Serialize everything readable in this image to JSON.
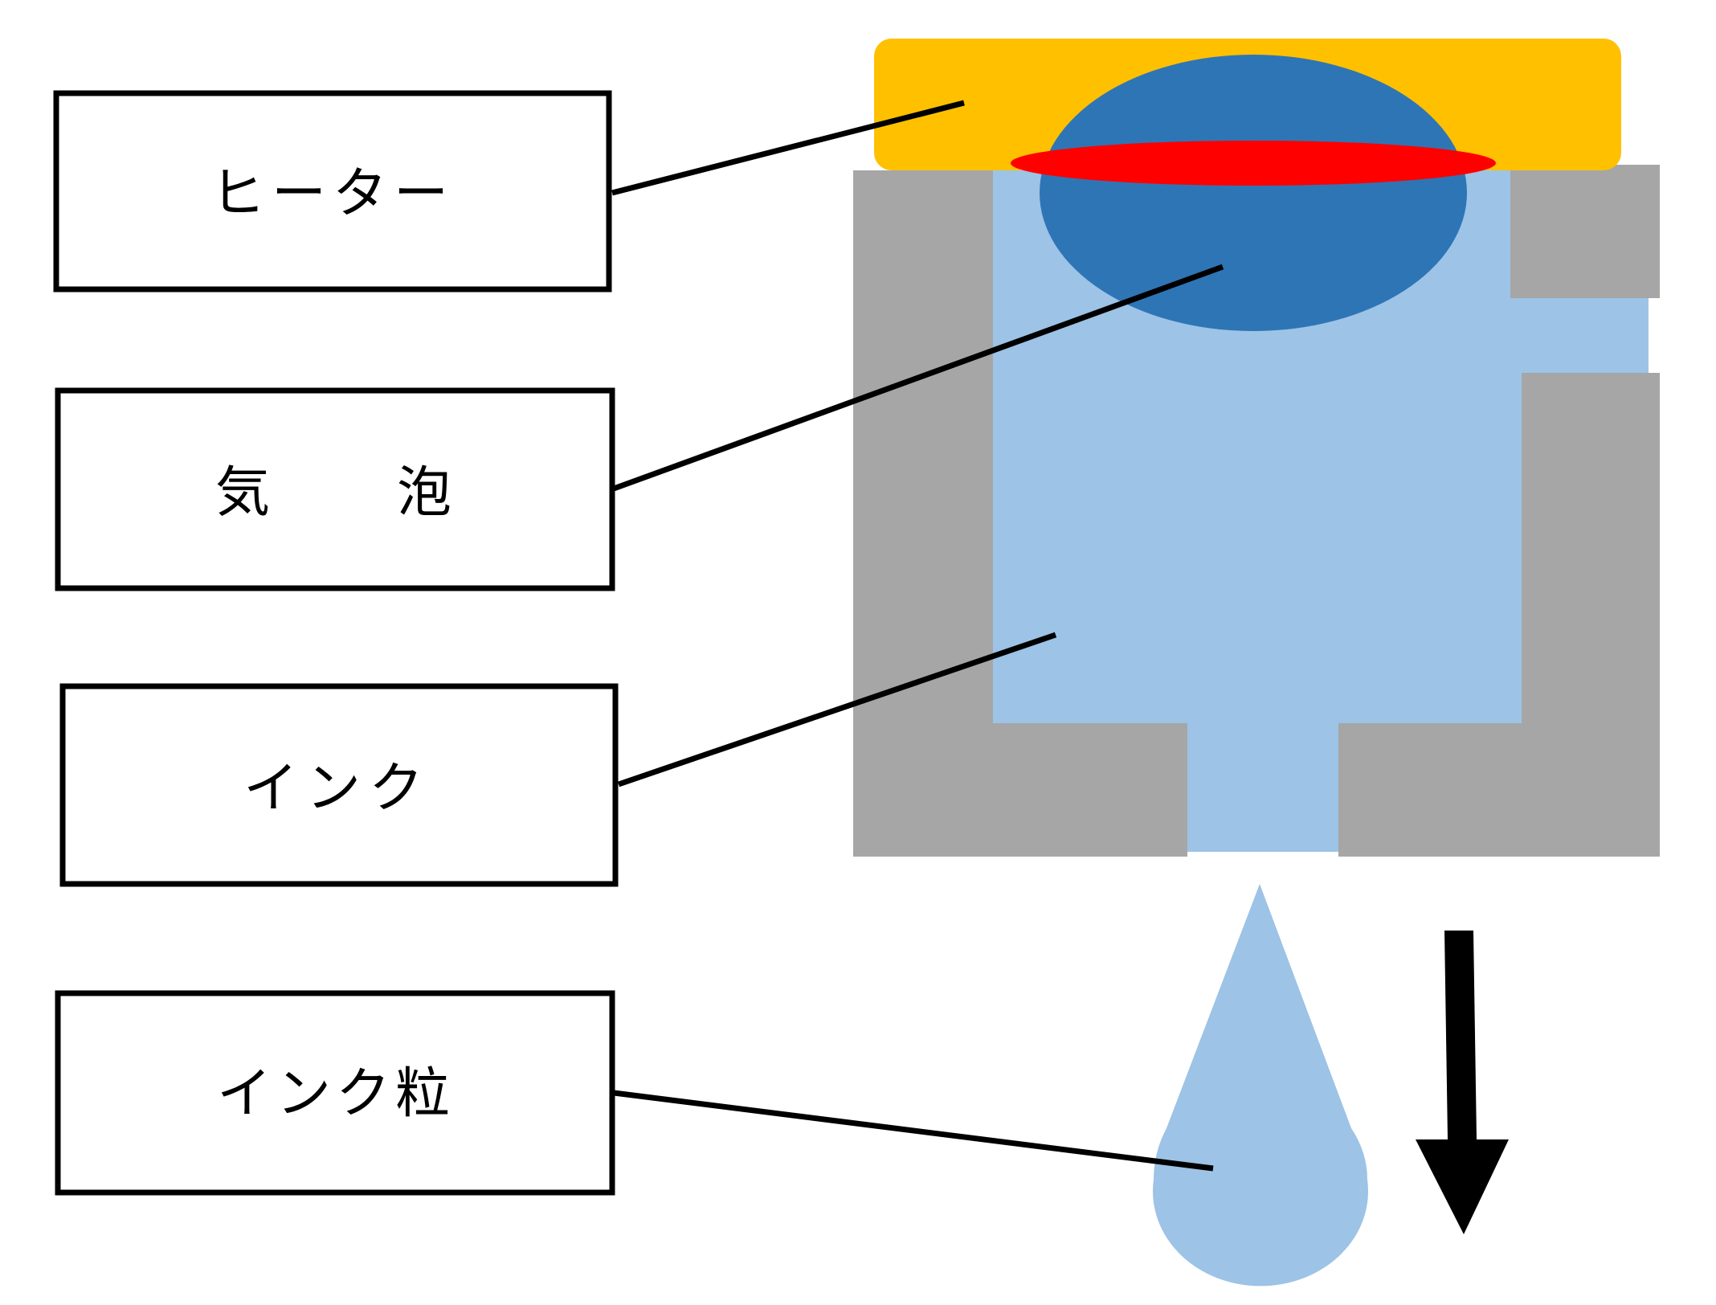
{
  "labels": {
    "heater": "ヒーター",
    "bubble_char1": "気",
    "bubble_char2": "泡",
    "ink": "インク",
    "droplet": "インク粒"
  },
  "colors": {
    "heater": "#FFC000",
    "heat_element": "#FF0000",
    "bubble": "#2E75B6",
    "ink": "#9DC3E6",
    "walls": "#A6A6A6",
    "lines": "#000000",
    "arrow": "#000000"
  }
}
